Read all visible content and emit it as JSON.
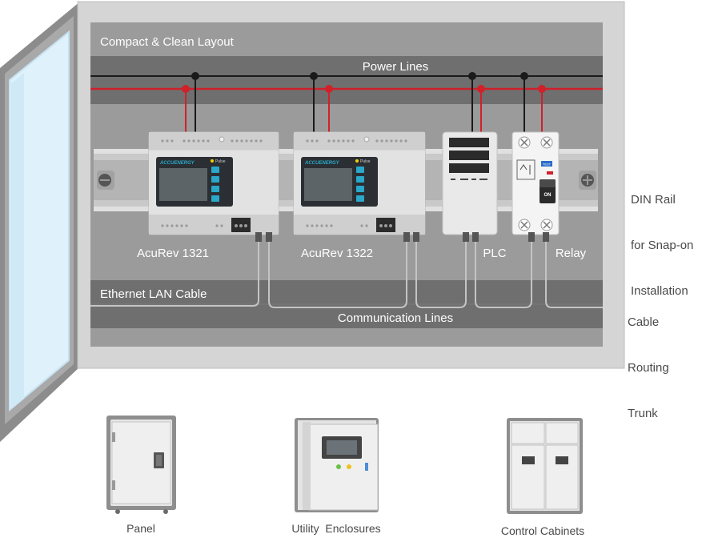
{
  "cabinet": {
    "header": "Compact & Clean Layout",
    "power_lines": "Power Lines",
    "ethernet": "Ethernet LAN Cable",
    "comm_lines": "Communication Lines"
  },
  "devices": {
    "meter1": "AcuRev 1321",
    "meter2": "AcuRev 1322",
    "plc": "PLC",
    "relay": "Relay",
    "brand": "ACCUENERGY",
    "pulse": "Pulse",
    "relay_on": "ON",
    "relay_test": "TEST"
  },
  "side": {
    "din_rail": [
      "DIN Rail",
      "for Snap-on",
      "Installation"
    ],
    "cable_trunk": [
      "Cable",
      "Routing",
      "Trunk"
    ]
  },
  "bottom": {
    "panel": "Panel",
    "utility": "Utility  Enclosures",
    "control": "Control Cabinets"
  },
  "colors": {
    "neutral_line": "#1a1a1a",
    "live_line": "#d0202a",
    "screen": "#5c6468",
    "keypad": "#2aa7c9",
    "cabinet_bg": "#9a9a9a"
  }
}
